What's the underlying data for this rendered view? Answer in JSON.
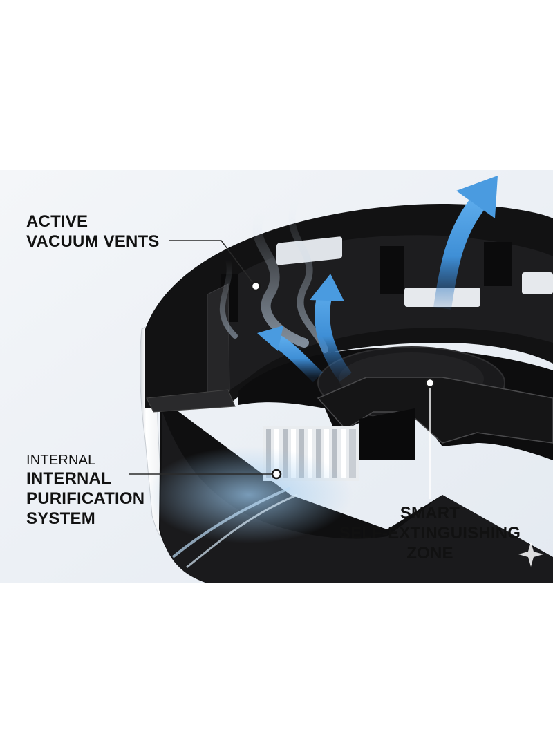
{
  "colors": {
    "background": "#ffffff",
    "scene_background": "#eef2f6",
    "tray_black": "#141414",
    "arrow_blue": "#3f8fd6",
    "label_text": "#111111"
  },
  "labels": {
    "vents": {
      "line1": "ACTIVE",
      "line2": "VACUUM VENTS"
    },
    "purification": {
      "line0": "INTERNAL",
      "line1": "INTERNAL",
      "line2": "PURIFICATION",
      "line3": "SYSTEM"
    },
    "zone": {
      "line1": "SMART",
      "line2": "SELF-EXTINGUISHING",
      "line3": "ZONE"
    }
  },
  "icons": [
    "arrow-up-icon",
    "sparkle-icon",
    "callout-dot-icon"
  ]
}
